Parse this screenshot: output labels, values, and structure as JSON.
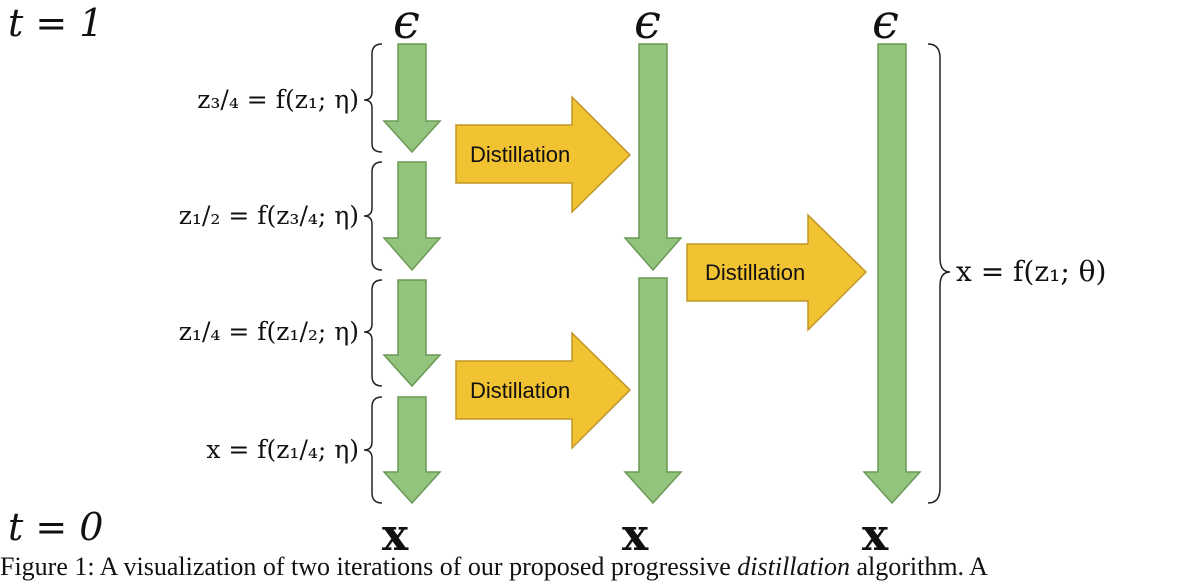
{
  "labels": {
    "t_top": "t = 1",
    "t_bottom": "t = 0",
    "epsilon": "ϵ",
    "x_symbol": "x",
    "distill": "Distillation"
  },
  "equations": {
    "z34": "z₃/₄ = f(z₁; η)",
    "z12": "z₁/₂ = f(z₃/₄; η)",
    "z14": "z₁/₄ = f(z₁/₂; η)",
    "x": "x = f(z₁/₄; η)",
    "final": "x = f(z₁; θ)"
  },
  "caption": {
    "prefix": "Figure 1: A visualization of two iterations of our proposed progressive ",
    "emph": "distillation",
    "suffix": " algorithm. A"
  },
  "colors": {
    "green_fill": "#93c47d",
    "green_stroke": "#6a9a55",
    "yellow_fill": "#f1c232",
    "yellow_stroke": "#c09626"
  }
}
